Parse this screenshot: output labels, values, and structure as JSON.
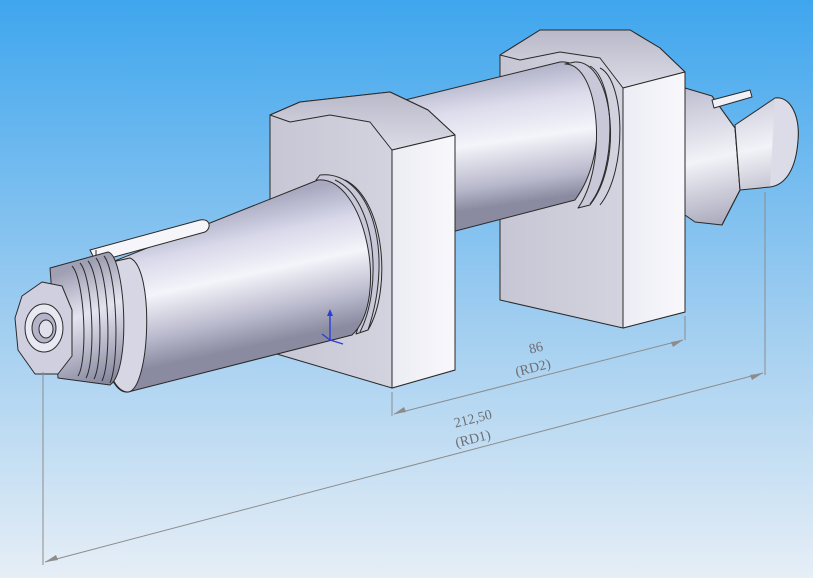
{
  "viewport": {
    "background_top": "#3fa6ee",
    "background_bottom": "#e6eef6"
  },
  "dimensions": [
    {
      "value": "86",
      "ref": "(RD2)"
    },
    {
      "value": "212,50",
      "ref": "(RD1)"
    }
  ],
  "colors": {
    "steel_light": "#f2f2f8",
    "steel_mid": "#c4c4d6",
    "steel_dark": "#8a8a9e",
    "edge": "#2a2a2a",
    "dimension_line": "#8c8c8c",
    "dimension_text": "#6e6e72",
    "triad_y": "#2b3fd6",
    "triad_x": "#2b3fd6"
  },
  "icons": [
    "coordinate-triad-icon"
  ]
}
